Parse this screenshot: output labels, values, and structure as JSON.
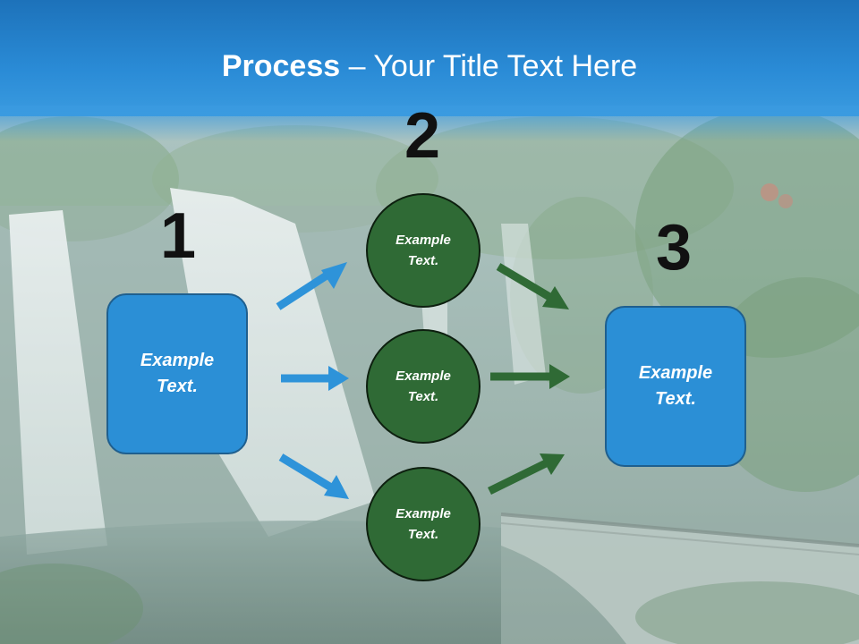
{
  "title": {
    "bold": "Process",
    "rest": " – Your Title Text Here"
  },
  "steps": {
    "one": {
      "number": "1",
      "box_label": "Example Text."
    },
    "two": {
      "number": "2",
      "circles": [
        {
          "label": "Example Text."
        },
        {
          "label": "Example Text."
        },
        {
          "label": "Example Text."
        }
      ]
    },
    "three": {
      "number": "3",
      "box_label": "Example Text."
    }
  },
  "colors": {
    "header_blue": "#2a8bd6",
    "box_blue": "#2b8fd6",
    "circle_green": "#2f6a35",
    "blue_arrow": "#2e93d9",
    "green_arrow": "#2f6a35"
  },
  "icons": {
    "left_arrows": "blue-arrow-icon",
    "right_arrows": "green-arrow-icon"
  }
}
